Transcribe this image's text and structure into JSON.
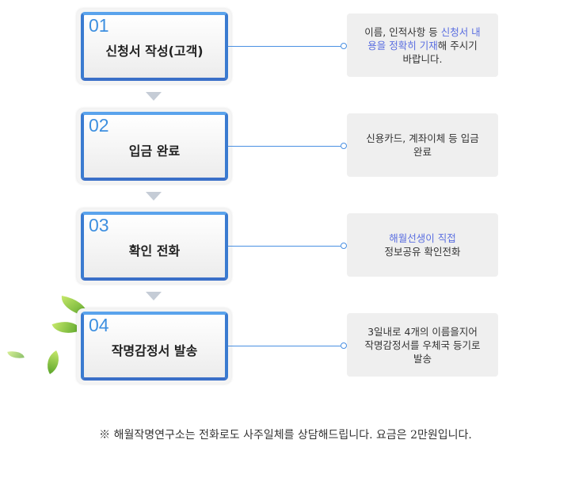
{
  "steps": [
    {
      "num": "01",
      "title": "신청서 작성(고객)",
      "info": [
        {
          "t": "이름, 인적사항 등 ",
          "h": false
        },
        {
          "t": "신청서 내용을 정확히 기재",
          "h": true
        },
        {
          "t": "해 주시기 바랍니다.",
          "h": false
        }
      ]
    },
    {
      "num": "02",
      "title": "입금 완료",
      "info": [
        {
          "t": "신용카드, 계좌이체 등 입금완료",
          "h": false
        }
      ]
    },
    {
      "num": "03",
      "title": "확인 전화",
      "info": [
        {
          "t": "해월선생이 직접",
          "h": true
        },
        {
          "t": "\n정보공유 확인전화",
          "h": false
        }
      ]
    },
    {
      "num": "04",
      "title": "작명감정서 발송",
      "info": [
        {
          "t": "3일내로 4개의 이름을지어 작명감정서를 우체국 등기로 발송",
          "h": false
        }
      ]
    }
  ],
  "footer": "※ 해월작명연구소는 전화로도 사주일체를 상담해드립니다.  요금은 2만원입니다.",
  "colors": {
    "accent": "#3f86dc",
    "highlight": "#5a6ee0"
  }
}
